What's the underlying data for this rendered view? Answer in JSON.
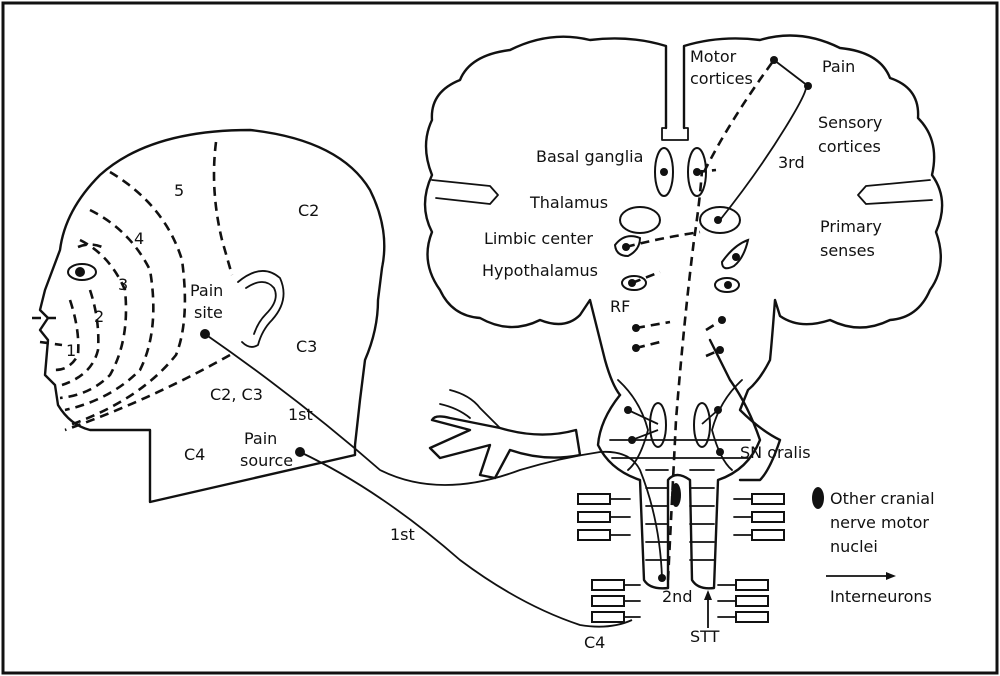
{
  "labels": {
    "motor_cortices_1": "Motor",
    "motor_cortices_2": "cortices",
    "pain": "Pain",
    "sensory_cortices_1": "Sensory",
    "sensory_cortices_2": "cortices",
    "third": "3rd",
    "basal_ganglia": "Basal ganglia",
    "thalamus": "Thalamus",
    "limbic_center": "Limbic center",
    "hypothalamus": "Hypothalamus",
    "primary_senses_1": "Primary",
    "primary_senses_2": "senses",
    "rf": "RF",
    "sn_oralis": "SN oralis",
    "other_nuclei_1": "Other cranial",
    "other_nuclei_2": "nerve motor",
    "other_nuclei_3": "nuclei",
    "interneurons": "Interneurons",
    "second": "2nd",
    "stt": "STT",
    "c4_spine": "C4",
    "first_lower": "1st",
    "first_upper": "1st",
    "pain_site_1": "Pain",
    "pain_site_2": "site",
    "pain_source_1": "Pain",
    "pain_source_2": "source",
    "c2": "C2",
    "c3": "C3",
    "c2_c3": "C2, C3",
    "c4_neck": "C4",
    "zone_1": "1",
    "zone_2": "2",
    "zone_3": "3",
    "zone_4": "4",
    "zone_5": "5"
  }
}
